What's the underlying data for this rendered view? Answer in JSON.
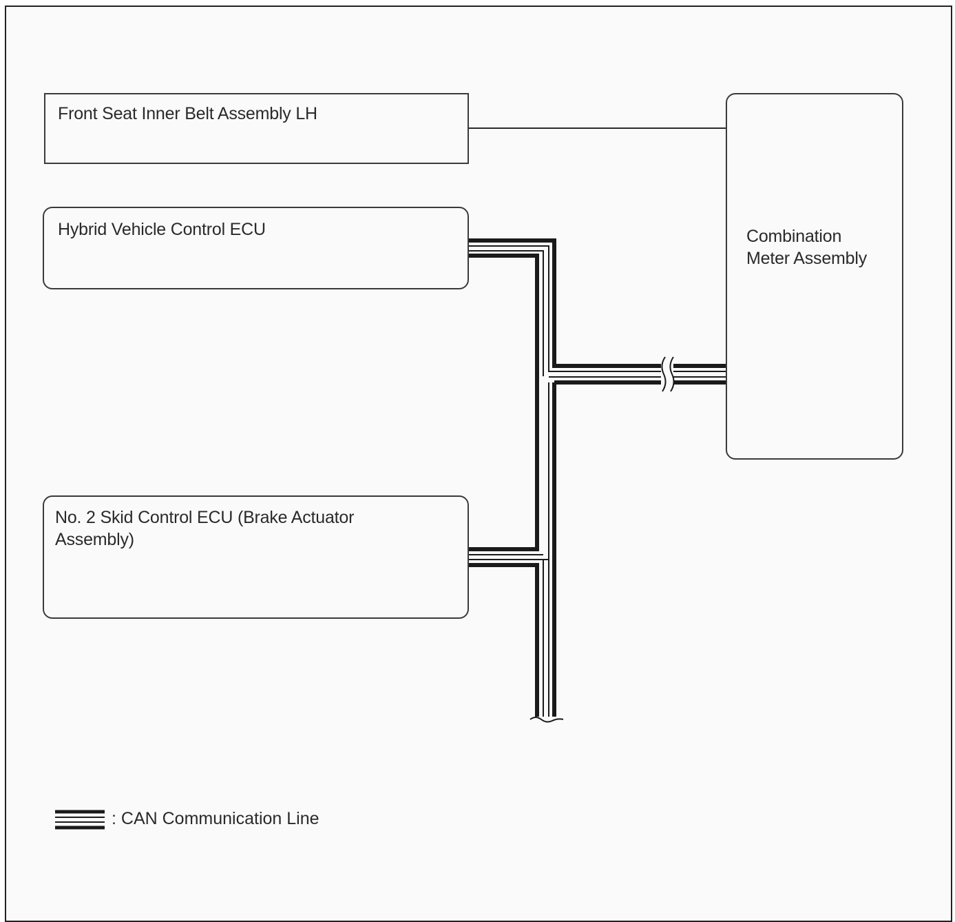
{
  "components": {
    "seat_belt": {
      "label": "Front Seat Inner Belt Assembly LH"
    },
    "hybrid_ecu": {
      "label": "Hybrid Vehicle Control ECU"
    },
    "skid_ecu": {
      "label": "No. 2 Skid Control ECU (Brake Actuator Assembly)"
    },
    "combination_meter": {
      "label": "Combination Meter Assembly"
    }
  },
  "legend": {
    "can_line_label": ": CAN Communication Line"
  },
  "colors": {
    "line": "#1a1a1a",
    "box_border": "#3a3a3a",
    "background": "#fafafa"
  }
}
